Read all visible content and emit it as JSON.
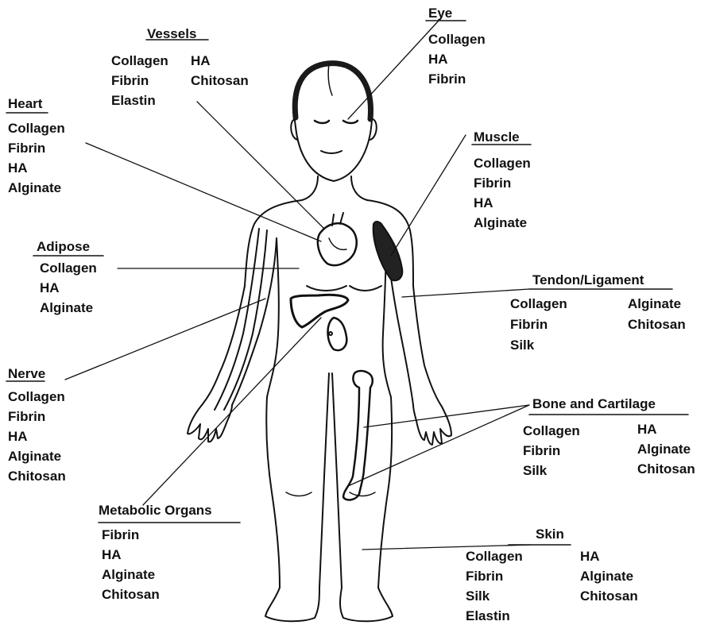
{
  "groups": {
    "eye": {
      "title": "Eye",
      "materials": [
        "Collagen",
        "HA",
        "Fibrin"
      ]
    },
    "vessels": {
      "title": "Vessels",
      "col1": [
        "Collagen",
        "Fibrin",
        "Elastin"
      ],
      "col2": [
        "HA",
        "Chitosan"
      ]
    },
    "heart": {
      "title": "Heart",
      "materials": [
        "Collagen",
        "Fibrin",
        "HA",
        "Alginate"
      ]
    },
    "muscle": {
      "title": "Muscle",
      "materials": [
        "Collagen",
        "Fibrin",
        "HA",
        "Alginate"
      ]
    },
    "adipose": {
      "title": "Adipose",
      "materials": [
        "Collagen",
        "HA",
        "Alginate"
      ]
    },
    "tendon": {
      "title": "Tendon/Ligament",
      "col1": [
        "Collagen",
        "Fibrin",
        "Silk"
      ],
      "col2": [
        "Alginate",
        "Chitosan"
      ]
    },
    "nerve": {
      "title": "Nerve",
      "materials": [
        "Collagen",
        "Fibrin",
        "HA",
        "Alginate",
        "Chitosan"
      ]
    },
    "bone": {
      "title": "Bone and Cartilage",
      "col1": [
        "Collagen",
        "Fibrin",
        "Silk"
      ],
      "col2": [
        "HA",
        "Alginate",
        "Chitosan"
      ]
    },
    "metabolic": {
      "title": "Metabolic Organs",
      "materials": [
        "Fibrin",
        "HA",
        "Alginate",
        "Chitosan"
      ]
    },
    "skin": {
      "title": "Skin",
      "col1": [
        "Collagen",
        "Fibrin",
        "Silk",
        "Elastin"
      ],
      "col2": [
        "HA",
        "Alginate",
        "Chitosan"
      ]
    }
  },
  "colors": {
    "ink": "#111111",
    "paper": "#ffffff"
  }
}
